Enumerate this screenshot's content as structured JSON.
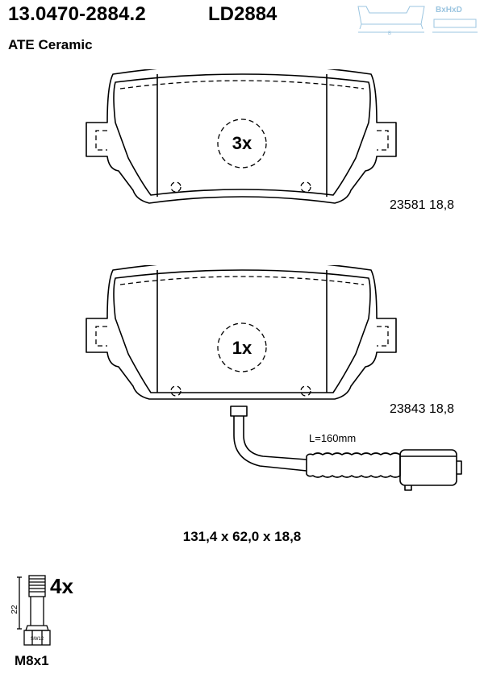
{
  "header": {
    "part_number": "13.0470-2884.2",
    "ld_code": "LD2884",
    "brand": "ATE Ceramic",
    "dim_icon_label": "BxHxD",
    "dim_icon_b": "B"
  },
  "pads": [
    {
      "quantity": "3x",
      "part_ref": "23581 18,8"
    },
    {
      "quantity": "1x",
      "part_ref": "23843 18,8"
    }
  ],
  "sensor": {
    "wire_length": "L=160mm"
  },
  "dimensions": "131,4 x 62,0 x 18,8",
  "bolt": {
    "quantity": "4x",
    "thread": "M8x1",
    "length_label": "22",
    "wrench_label": "SW12"
  }
}
